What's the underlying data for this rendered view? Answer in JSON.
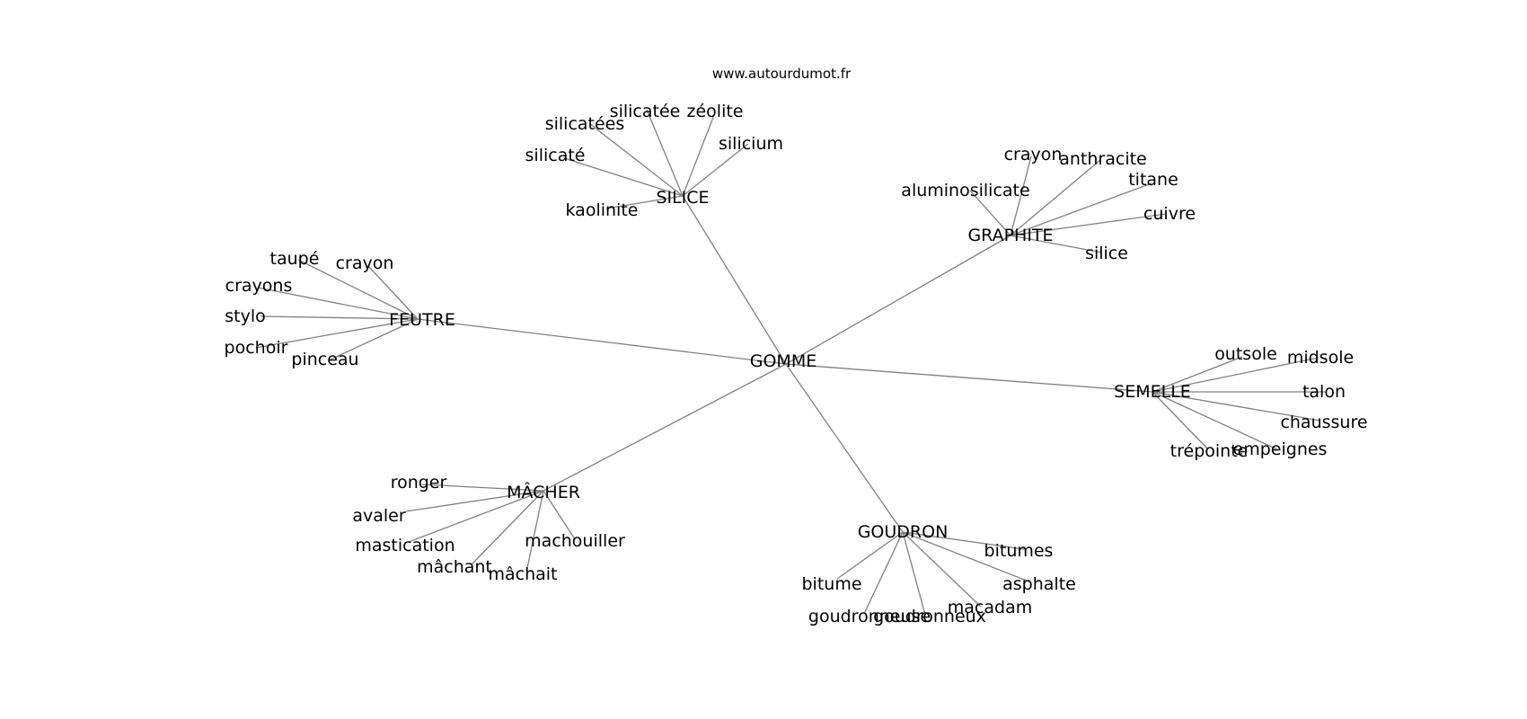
{
  "source": "www.autourdumot.fr",
  "colors": {
    "edge": "#808080",
    "text": "#000000",
    "background": "#ffffff"
  },
  "graph": {
    "center": "GOMME",
    "hubs": [
      {
        "label": "SILICE",
        "leaves": [
          "silicatée",
          "zéolite",
          "silicatées",
          "silicium",
          "silicaté",
          "kaolinite"
        ]
      },
      {
        "label": "GRAPHITE",
        "leaves": [
          "crayon",
          "anthracite",
          "titane",
          "aluminosilicate",
          "cuivre",
          "silice"
        ]
      },
      {
        "label": "FEUTRE",
        "leaves": [
          "taupé",
          "crayon",
          "crayons",
          "stylo",
          "pochoir",
          "pinceau"
        ]
      },
      {
        "label": "SEMELLE",
        "leaves": [
          "outsole",
          "midsole",
          "talon",
          "chaussure",
          "empeignes",
          "trépointe"
        ]
      },
      {
        "label": "MÂCHER",
        "leaves": [
          "ronger",
          "avaler",
          "mastication",
          "mâchant",
          "mâchait",
          "machouiller"
        ]
      },
      {
        "label": "GOUDRON",
        "leaves": [
          "bitumes",
          "asphalte",
          "macadam",
          "goudronneux",
          "goudronneuse",
          "bitume"
        ]
      }
    ]
  }
}
